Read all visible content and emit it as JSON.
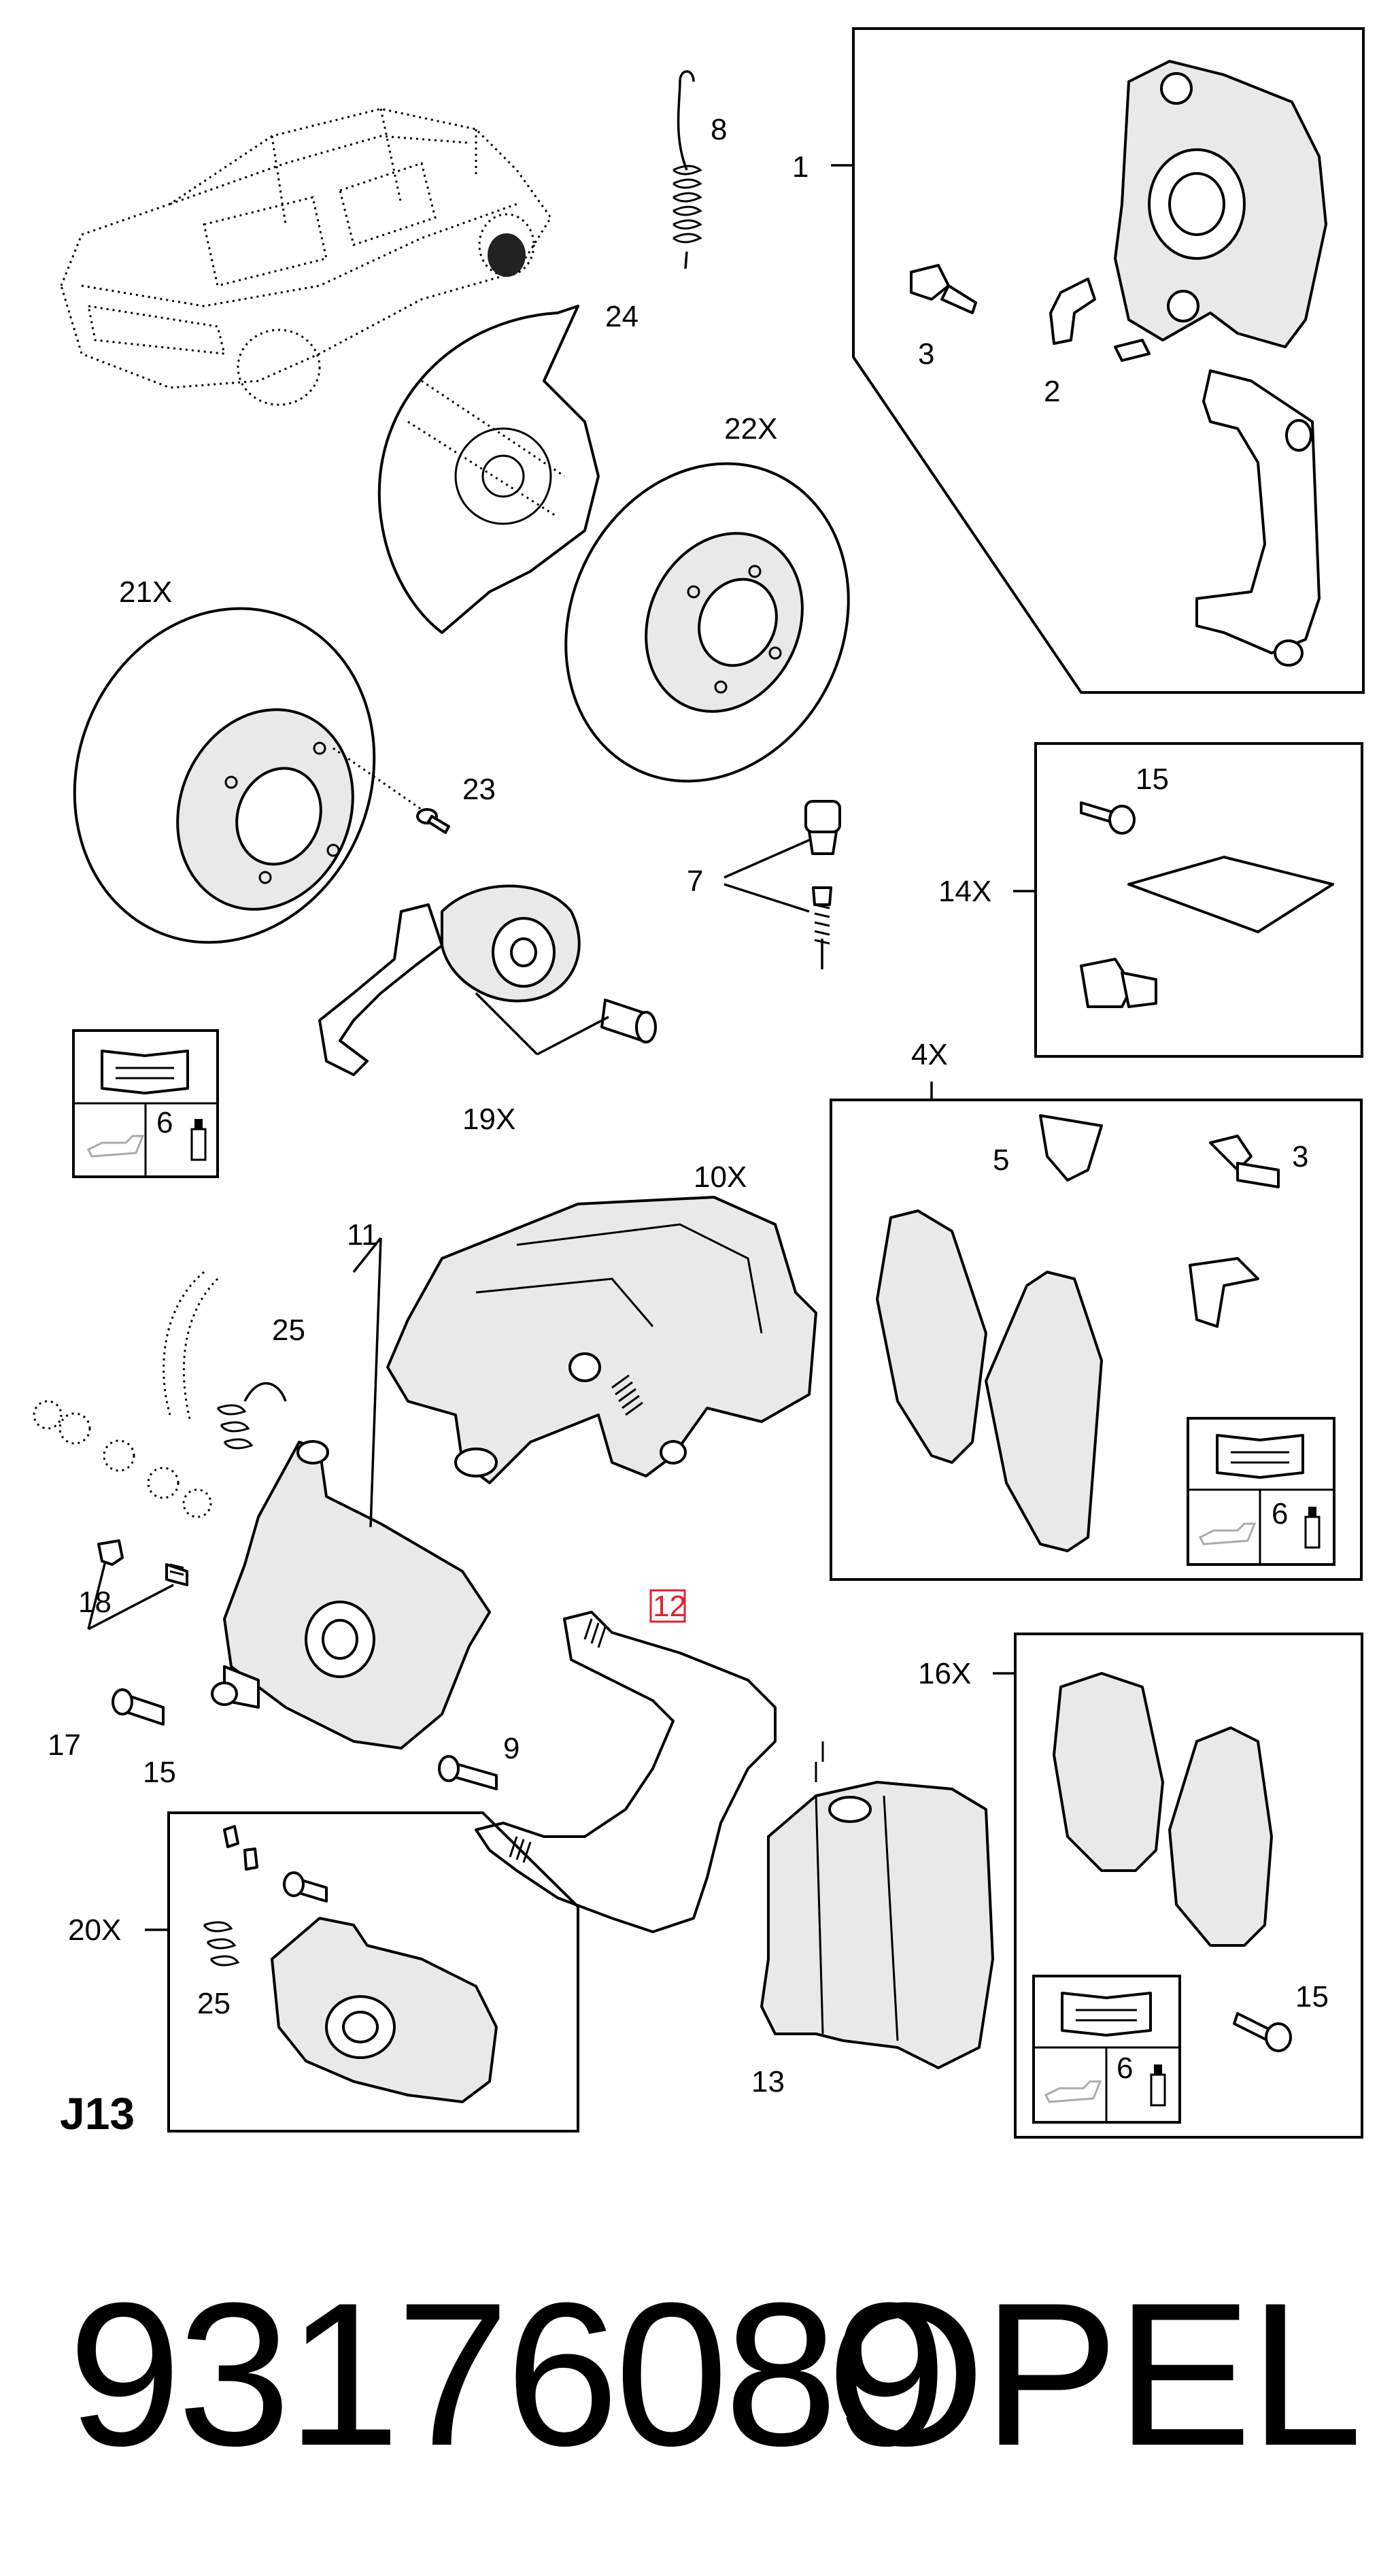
{
  "figure_code": "J13",
  "part_number": "93176089",
  "brand": "OPEL",
  "highlighted_callout": "12",
  "highlight_color": "#e5202e",
  "callouts": {
    "c1": "1",
    "c2": "2",
    "c3a": "3",
    "c3b": "3",
    "c4x": "4X",
    "c5": "5",
    "c6a": "6",
    "c6b": "6",
    "c6c": "6",
    "c7": "7",
    "c8": "8",
    "c9": "9",
    "c10x": "10X",
    "c11": "11",
    "c12": "12",
    "c13": "13",
    "c14x": "14X",
    "c15a": "15",
    "c15b": "15",
    "c15c": "15",
    "c16x": "16X",
    "c17": "17",
    "c18": "18",
    "c19x": "19X",
    "c20x": "20X",
    "c21x": "21X",
    "c22x": "22X",
    "c23": "23",
    "c24": "24",
    "c25a": "25",
    "c25b": "25"
  },
  "icons": [
    "repair-manual-icon",
    "oil-can-icon",
    "grease-tube-icon"
  ]
}
